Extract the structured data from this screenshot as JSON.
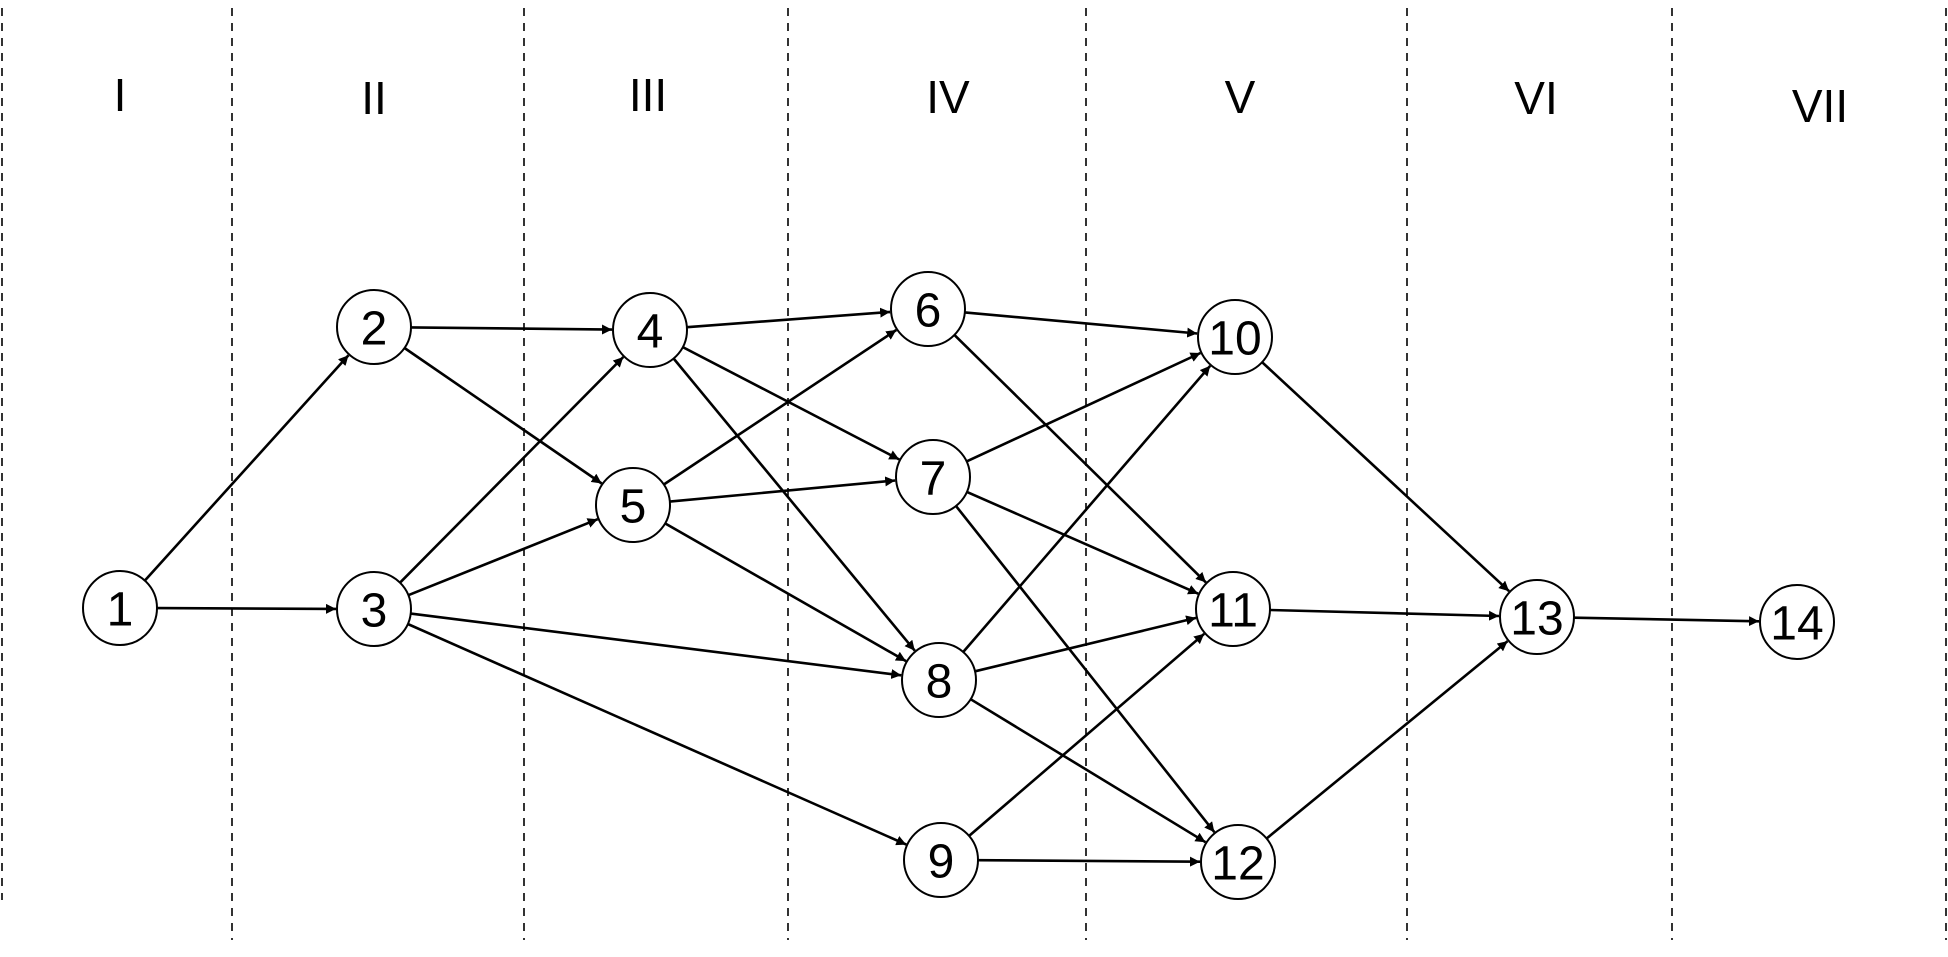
{
  "stages": [
    "I",
    "II",
    "III",
    "IV",
    "V",
    "VI",
    "VII"
  ],
  "nodes": [
    {
      "id": 1,
      "label": "1"
    },
    {
      "id": 2,
      "label": "2"
    },
    {
      "id": 3,
      "label": "3"
    },
    {
      "id": 4,
      "label": "4"
    },
    {
      "id": 5,
      "label": "5"
    },
    {
      "id": 6,
      "label": "6"
    },
    {
      "id": 7,
      "label": "7"
    },
    {
      "id": 8,
      "label": "8"
    },
    {
      "id": 9,
      "label": "9"
    },
    {
      "id": 10,
      "label": "10"
    },
    {
      "id": 11,
      "label": "11"
    },
    {
      "id": 12,
      "label": "12"
    },
    {
      "id": 13,
      "label": "13"
    },
    {
      "id": 14,
      "label": "14"
    }
  ],
  "edges": [
    [
      1,
      2
    ],
    [
      1,
      3
    ],
    [
      2,
      4
    ],
    [
      2,
      5
    ],
    [
      3,
      4
    ],
    [
      3,
      5
    ],
    [
      3,
      8
    ],
    [
      3,
      9
    ],
    [
      4,
      6
    ],
    [
      4,
      7
    ],
    [
      4,
      8
    ],
    [
      5,
      6
    ],
    [
      5,
      7
    ],
    [
      5,
      8
    ],
    [
      6,
      10
    ],
    [
      6,
      11
    ],
    [
      7,
      10
    ],
    [
      7,
      11
    ],
    [
      7,
      12
    ],
    [
      8,
      10
    ],
    [
      8,
      11
    ],
    [
      8,
      12
    ],
    [
      9,
      11
    ],
    [
      9,
      12
    ],
    [
      10,
      13
    ],
    [
      11,
      13
    ],
    [
      12,
      13
    ],
    [
      13,
      14
    ]
  ]
}
